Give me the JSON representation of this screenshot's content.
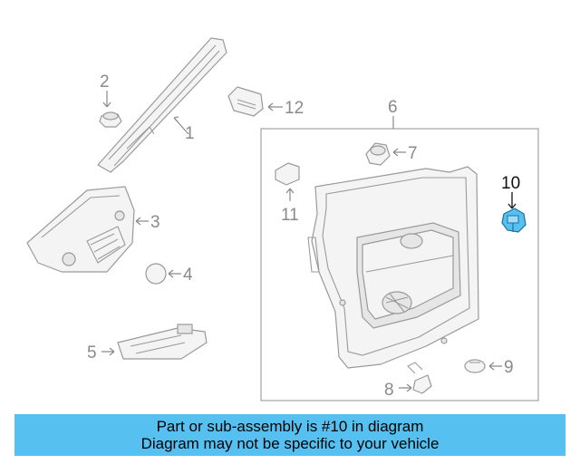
{
  "diagram": {
    "callouts": [
      "1",
      "2",
      "3",
      "4",
      "5",
      "6",
      "7",
      "8",
      "9",
      "10",
      "11",
      "12"
    ],
    "highlight_callout": "10",
    "highlight_color": "#56c1f1"
  },
  "banner": {
    "line1": "Part or sub-assembly is #10 in diagram",
    "line2": "Diagram may not be specific to your vehicle",
    "background": "#56c1f1"
  }
}
